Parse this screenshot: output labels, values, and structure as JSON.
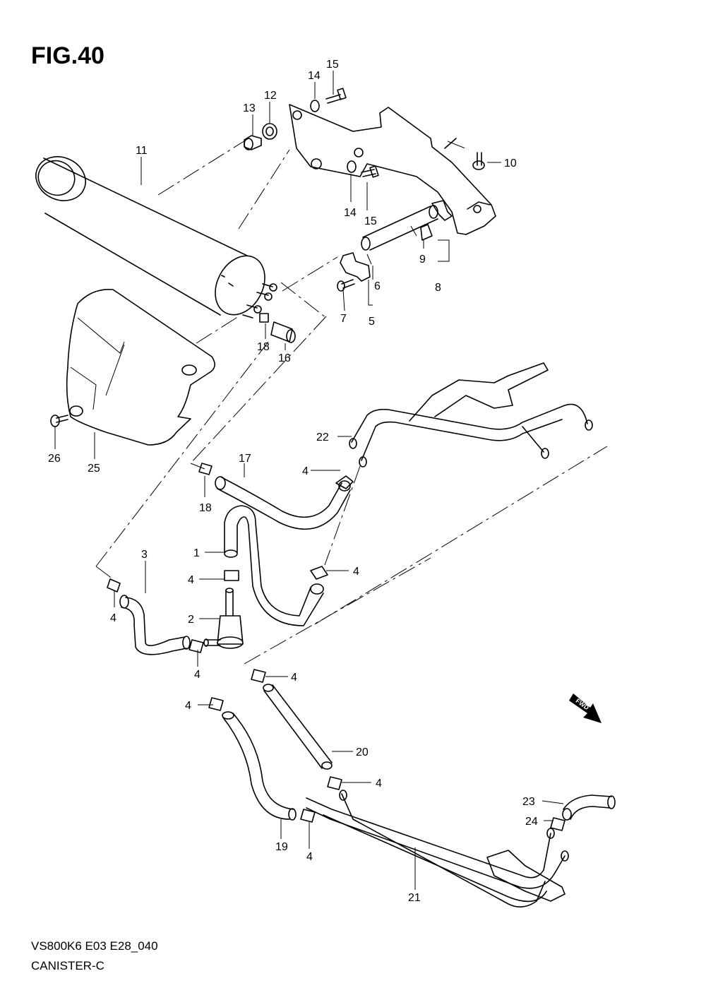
{
  "figure": {
    "title": "FIG.40",
    "code": "VS800K6 E03 E28_040",
    "name": "CANISTER-C",
    "fwd_label": "FWD"
  },
  "callouts": [
    {
      "id": "c1",
      "label": "1"
    },
    {
      "id": "c2",
      "label": "2"
    },
    {
      "id": "c3",
      "label": "3"
    },
    {
      "id": "c4a",
      "label": "4"
    },
    {
      "id": "c4b",
      "label": "4"
    },
    {
      "id": "c4c",
      "label": "4"
    },
    {
      "id": "c4d",
      "label": "4"
    },
    {
      "id": "c4e",
      "label": "4"
    },
    {
      "id": "c4f",
      "label": "4"
    },
    {
      "id": "c4g",
      "label": "4"
    },
    {
      "id": "c4h",
      "label": "4"
    },
    {
      "id": "c4i",
      "label": "4"
    },
    {
      "id": "c4j",
      "label": "4"
    },
    {
      "id": "c5",
      "label": "5"
    },
    {
      "id": "c6",
      "label": "6"
    },
    {
      "id": "c7",
      "label": "7"
    },
    {
      "id": "c8",
      "label": "8"
    },
    {
      "id": "c9",
      "label": "9"
    },
    {
      "id": "c10",
      "label": "10"
    },
    {
      "id": "c11",
      "label": "11"
    },
    {
      "id": "c12",
      "label": "12"
    },
    {
      "id": "c13",
      "label": "13"
    },
    {
      "id": "c14a",
      "label": "14"
    },
    {
      "id": "c14b",
      "label": "14"
    },
    {
      "id": "c15a",
      "label": "15"
    },
    {
      "id": "c15b",
      "label": "15"
    },
    {
      "id": "c16",
      "label": "16"
    },
    {
      "id": "c17",
      "label": "17"
    },
    {
      "id": "c18a",
      "label": "18"
    },
    {
      "id": "c18b",
      "label": "18"
    },
    {
      "id": "c19",
      "label": "19"
    },
    {
      "id": "c20",
      "label": "20"
    },
    {
      "id": "c21",
      "label": "21"
    },
    {
      "id": "c22",
      "label": "22"
    },
    {
      "id": "c23",
      "label": "23"
    },
    {
      "id": "c24",
      "label": "24"
    },
    {
      "id": "c25",
      "label": "25"
    },
    {
      "id": "c26",
      "label": "26"
    }
  ]
}
